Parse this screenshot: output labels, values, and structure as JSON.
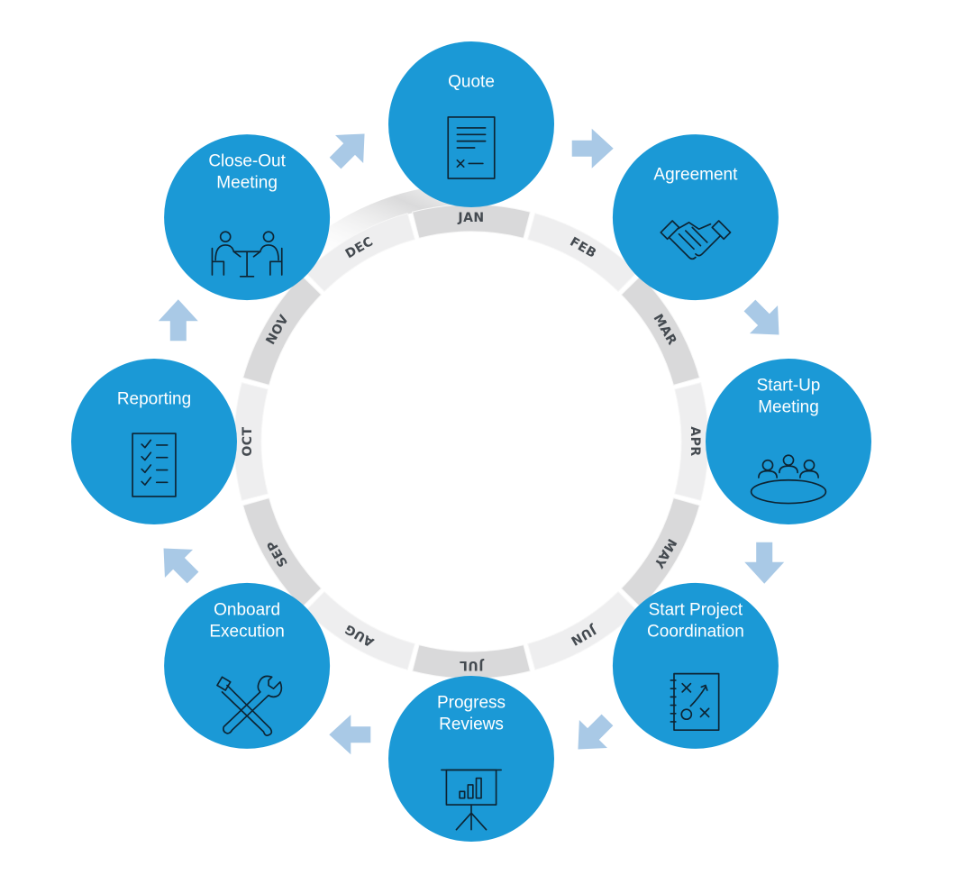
{
  "months": [
    "JAN",
    "FEB",
    "MAR",
    "APR",
    "MAY",
    "JUN",
    "JUL",
    "AUG",
    "SEP",
    "OCT",
    "NOV",
    "DEC"
  ],
  "steps": [
    {
      "lines": [
        "Quote"
      ],
      "icon": "document-icon"
    },
    {
      "lines": [
        "Agreement"
      ],
      "icon": "handshake-icon"
    },
    {
      "lines": [
        "Start-Up",
        "Meeting"
      ],
      "icon": "meeting-table-icon"
    },
    {
      "lines": [
        "Start Project",
        "Coordination"
      ],
      "icon": "strategy-board-icon"
    },
    {
      "lines": [
        "Progress",
        "Reviews"
      ],
      "icon": "presentation-chart-icon"
    },
    {
      "lines": [
        "Onboard",
        "Execution"
      ],
      "icon": "tools-icon"
    },
    {
      "lines": [
        "Reporting"
      ],
      "icon": "checklist-icon"
    },
    {
      "lines": [
        "Close-Out",
        "Meeting"
      ],
      "icon": "two-people-table-icon"
    }
  ],
  "colors": {
    "circle": "#1b99d6",
    "arrow": "#a9c9e6",
    "ring_light": "#eeeeef",
    "ring_dark": "#d9d9da",
    "month_text": "#444a50"
  }
}
